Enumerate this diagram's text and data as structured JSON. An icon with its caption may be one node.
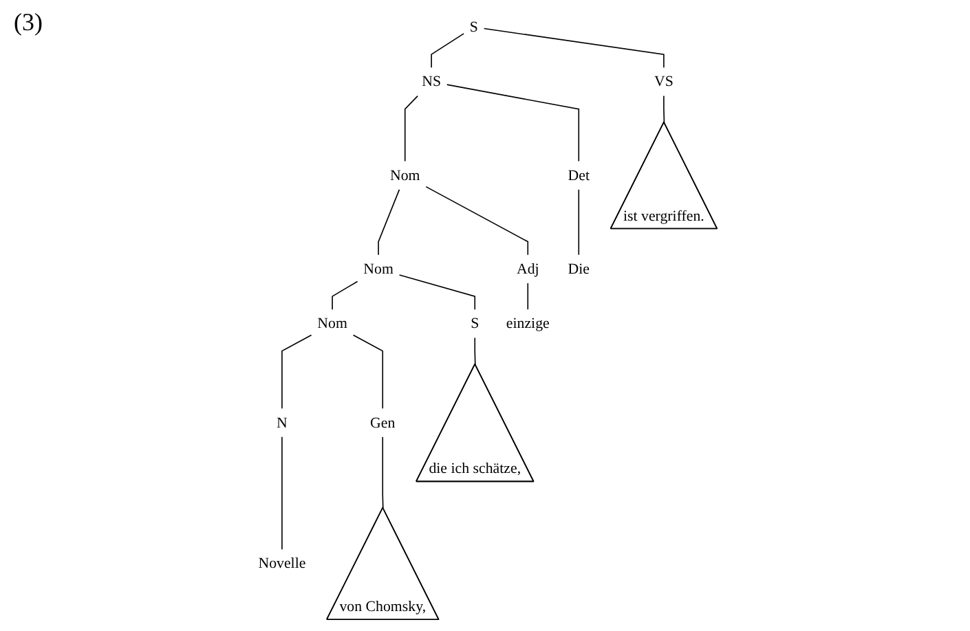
{
  "diagram": {
    "nodes": [
      {
        "text": [
          "S"
        ]
      },
      {
        "text": [
          "NS"
        ]
      },
      {
        "text": [
          "VS"
        ]
      },
      {
        "text": [
          "Det"
        ]
      },
      {
        "text": [
          "Nom"
        ]
      },
      {
        "text": [
          "Adj"
        ]
      },
      {
        "text": [
          "Nom"
        ]
      },
      {
        "text": [
          "Nom"
        ]
      },
      {
        "text": [
          "S"
        ]
      },
      {
        "text": [
          "N"
        ]
      },
      {
        "text": [
          "Gen"
        ]
      },
      {
        "text": [
          "Die"
        ]
      },
      {
        "text": [
          "einzige"
        ]
      },
      {
        "text": [
          "Novelle"
        ]
      },
      {
        "text": [
          "von Chomsky,"
        ]
      },
      {
        "text": [
          "die ich schätze,"
        ]
      },
      {
        "text": [
          "ist vergriffen."
        ]
      }
    ],
    "edges": [
      {
        "from": 0,
        "to": 1,
        "arrow": "none"
      },
      {
        "from": 0,
        "to": 2,
        "arrow": "none"
      },
      {
        "from": 1,
        "to": 3,
        "arrow": "none"
      },
      {
        "from": 1,
        "to": 4,
        "arrow": "none"
      },
      {
        "from": 4,
        "to": 5,
        "arrow": "none"
      },
      {
        "from": 4,
        "to": 6,
        "arrow": "none"
      },
      {
        "from": 6,
        "to": 7,
        "arrow": "none"
      },
      {
        "from": 6,
        "to": 8,
        "arrow": "none"
      },
      {
        "from": 7,
        "to": 9,
        "arrow": "none"
      },
      {
        "from": 7,
        "to": 10,
        "arrow": "none"
      },
      {
        "from": 3,
        "to": 11,
        "arrow": "none"
      },
      {
        "from": 5,
        "to": 12,
        "arrow": "none"
      },
      {
        "from": 9,
        "to": 13,
        "arrow": "none"
      },
      {
        "from": 10,
        "to": 14,
        "arrow": "none"
      },
      {
        "from": 8,
        "to": 15,
        "arrow": "none"
      },
      {
        "from": 2,
        "to": 16,
        "arrow": "none"
      }
    ],
    "labels": [
      "(3)"
    ]
  }
}
